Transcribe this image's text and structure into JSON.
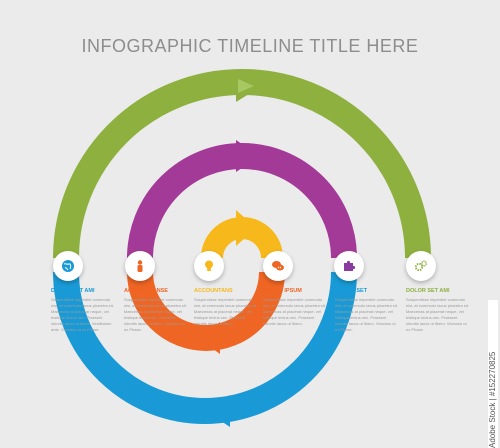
{
  "title": "INFOGRAPHIC TIMELINE TITLE HERE",
  "colors": {
    "background": "#ebebeb",
    "green": "#8db03f",
    "magenta": "#a33a97",
    "yellow": "#f7b81c",
    "orange": "#ef6523",
    "purple": "#8b3aa0",
    "blue": "#199ad6",
    "title": "#8d8d8d"
  },
  "steps": [
    {
      "icon": "globe-icon",
      "label": "DOLOR SET AMI",
      "color": "#199ad6",
      "description": "Suspendisse imperdiet commodo nisi, at commodo lacus pharetra sit. Maecenas at placerat neque, vel tristique lectus nec. Praesent lobortis lacus ut libero. Vestibulum ante. Vivamus ut ex Phase."
    },
    {
      "icon": "person-icon",
      "label": "ACCOU NTANSE",
      "color": "#ef6523",
      "description": "Suspendisse imperdiet commodo nisi, at commodo lacus pharetra sit. Maecenas at placerat neque, vel tristique lectus nec. Praesent lobortis lacus ut libero. Vivamus ut ex Phase."
    },
    {
      "icon": "lightbulb-icon",
      "label": "ACCOUNTANS",
      "color": "#f7b81c",
      "description": "Suspendisse imperdiet commodo nisi, at commodo lacus pharetra sit. Maecenas at placerat neque, vel tristique lectus nec. Praesent lobortis lacus ut libero."
    },
    {
      "icon": "chat-bubbles-icon",
      "label": "LOREM IPSUM",
      "color": "#ef6523",
      "description": "Suspendisse imperdiet commodo nisi, at commodo lacus pharetra sit. Maecenas at placerat neque, vel tristique lectus nec. Praesent lobortis lacus ut libero."
    },
    {
      "icon": "puzzle-icon",
      "label": "DOLOR SET",
      "color": "#199ad6",
      "description": "Suspendisse imperdiet commodo nisi, at commodo lacus pharetra sit. Maecenas at placerat neque, vel tristique lectus nec. Praesent lobortis lacus ut libero. Vivamus ut ex Phase."
    },
    {
      "icon": "gears-icon",
      "label": "DOLOR SET AMI",
      "color": "#8db03f",
      "description": "Suspendisse imperdiet commodo nisi, at commodo lacus pharetra sit. Maecenas at placerat neque, vel tristique lectus nec. Praesent lobortis lacus ut libero. Vivamus ut ex Phase."
    }
  ],
  "watermark": "Adobe Stock | #152270825"
}
